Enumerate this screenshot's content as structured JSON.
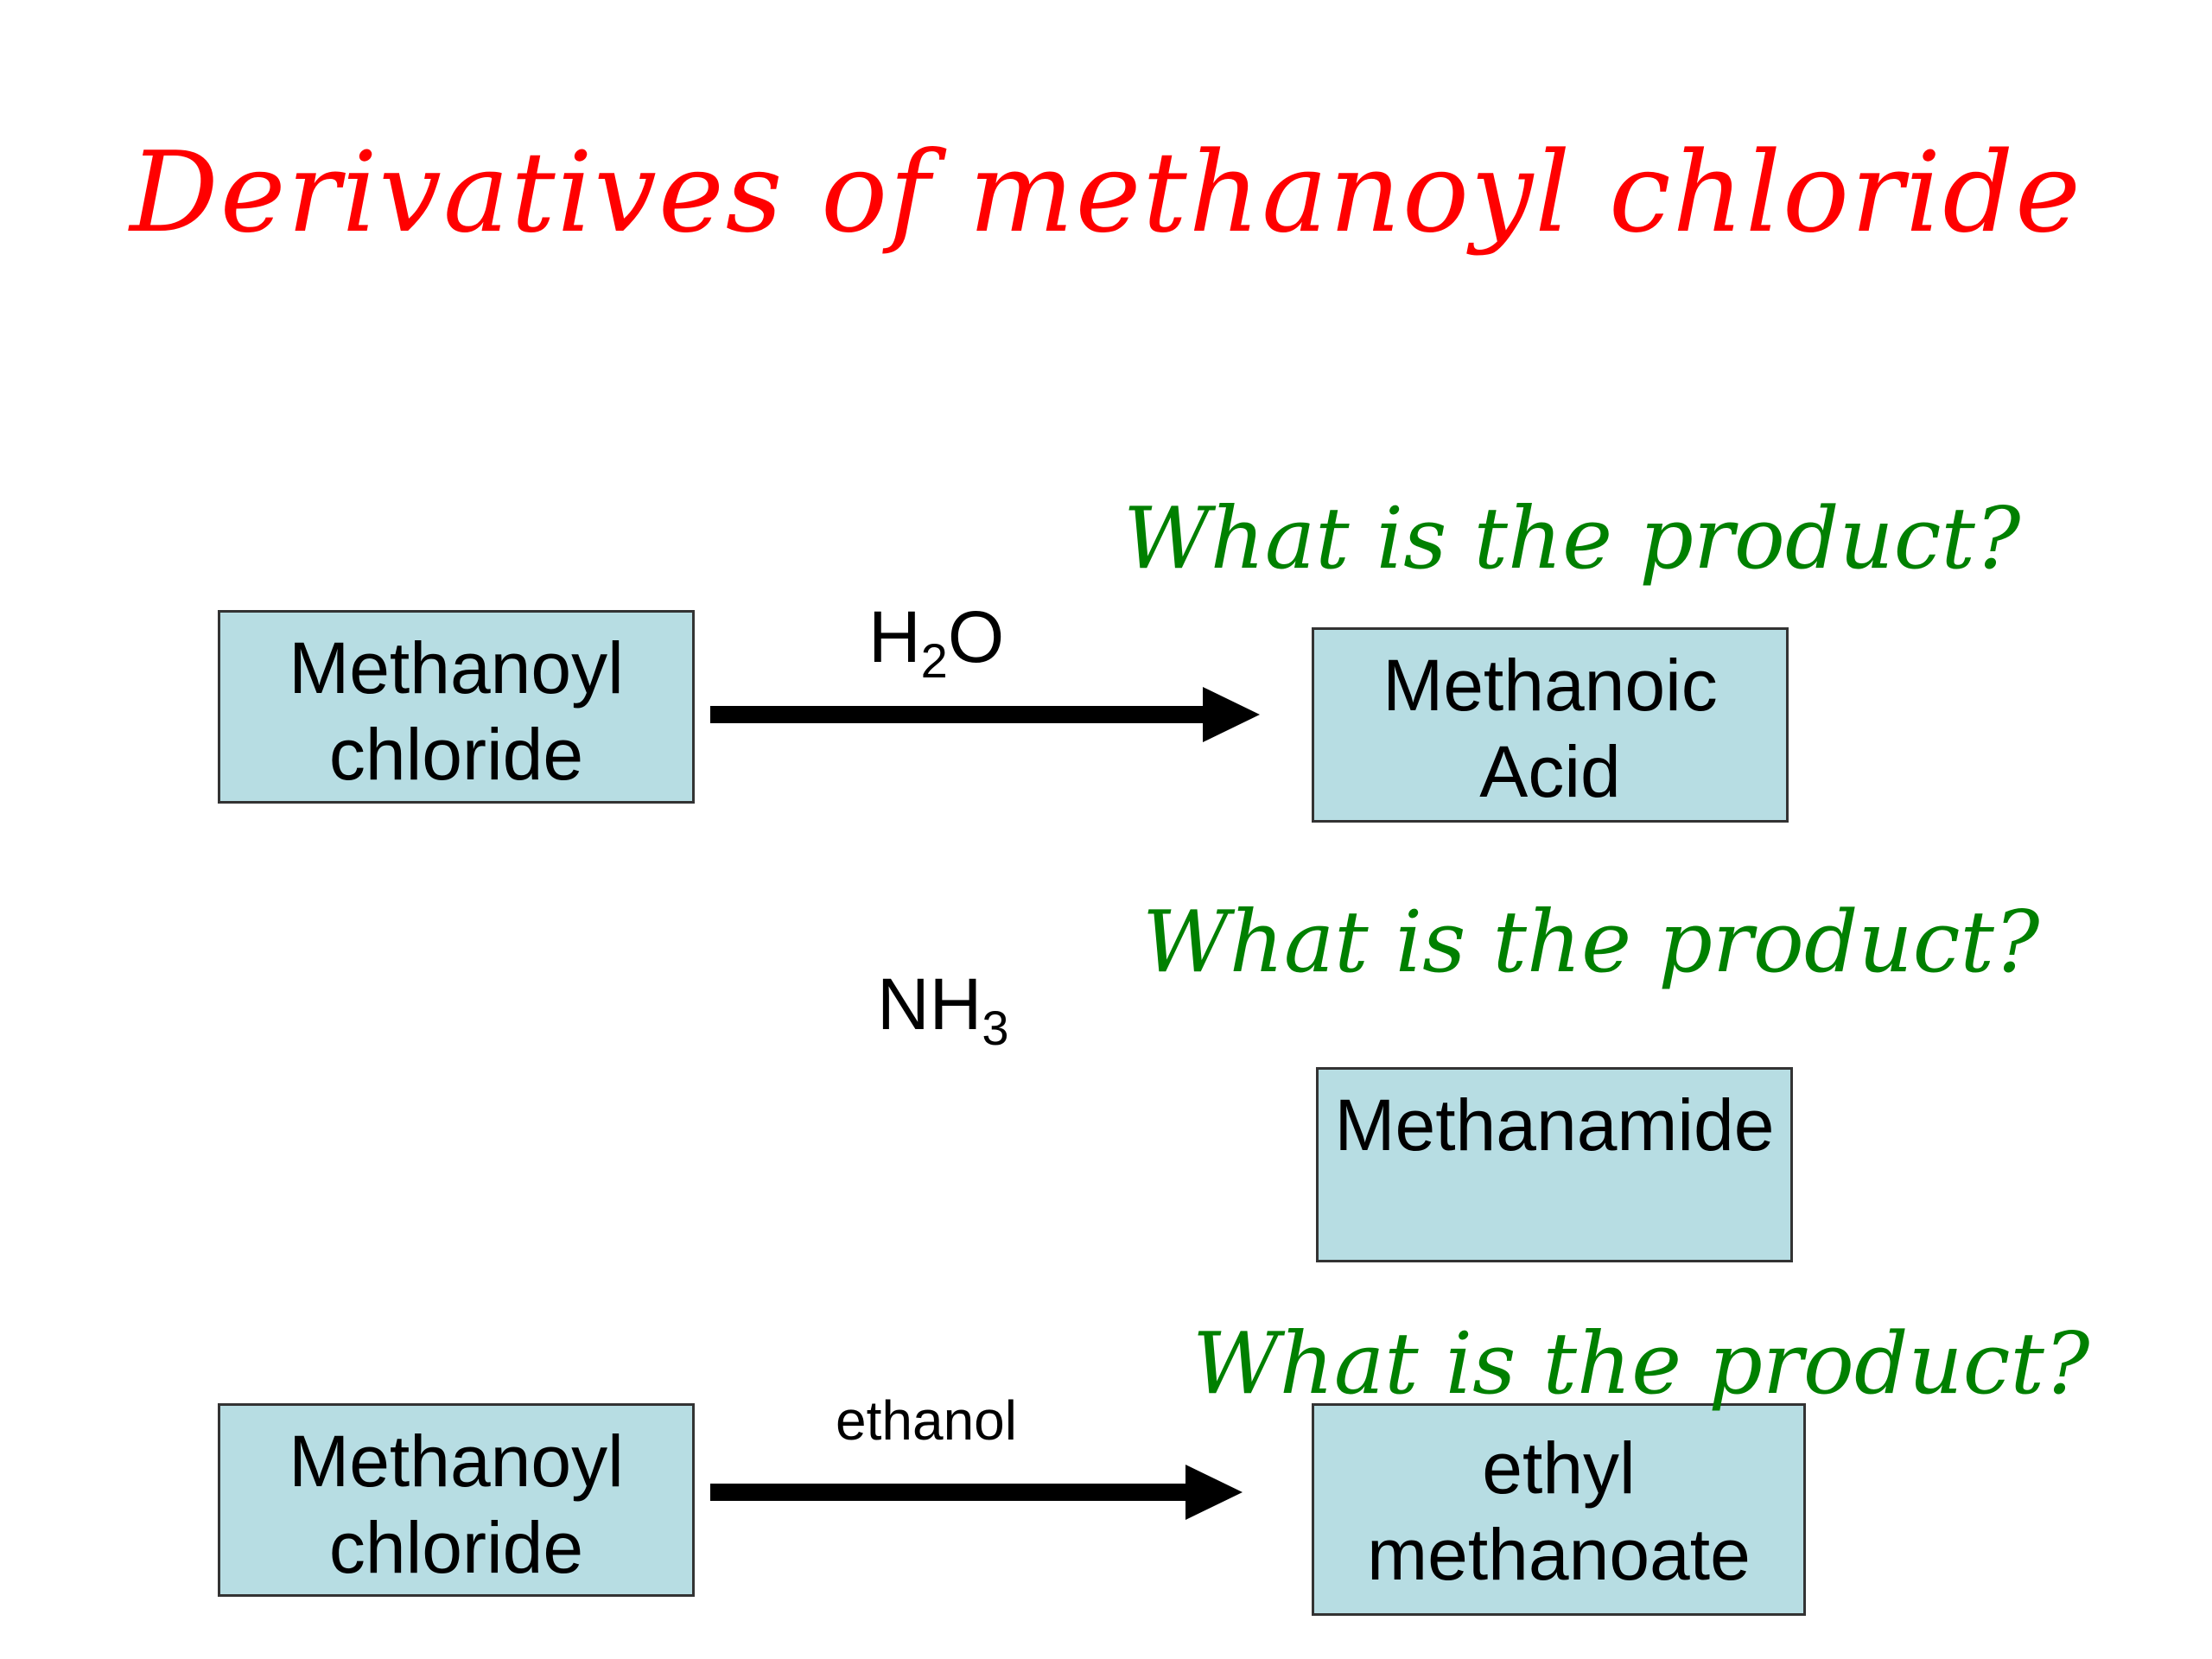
{
  "title": "Derivatives of methanoyl chloride",
  "colors": {
    "title": "#ff0000",
    "question": "#008000",
    "box_fill": "#b7dde3",
    "arrow": "#000000"
  },
  "reactions": [
    {
      "reactant": [
        "Methanoyl",
        "chloride"
      ],
      "reagent": {
        "base": "H",
        "sub": "2",
        "tail": "O"
      },
      "question": "What is the product?",
      "product": [
        "Methanoic",
        "Acid"
      ]
    },
    {
      "reagent": {
        "base": "NH",
        "sub": "3",
        "tail": ""
      },
      "question": "What is the product?",
      "product": [
        "Methanamide"
      ]
    },
    {
      "reactant": [
        "Methanoyl",
        "chloride"
      ],
      "reagent": {
        "base": "ethanol"
      },
      "question": "What is the product?",
      "product": [
        "ethyl",
        "methanoate"
      ]
    }
  ]
}
